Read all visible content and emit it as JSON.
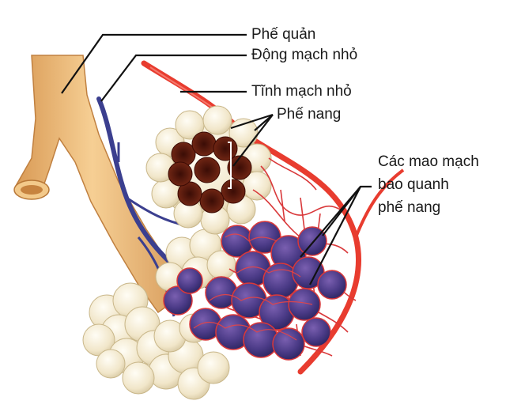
{
  "labels": {
    "bronchus": "Phế quản",
    "arteriole": "Động mạch nhỏ",
    "venule": "Tĩnh mạch nhỏ",
    "alveolus": "Phế nang",
    "capillaries_line1": "Các mao mạch",
    "capillaries_line2": "bao quanh",
    "capillaries_line3": "phế nang"
  },
  "colors": {
    "bronchus": "#f0c17e",
    "artery": "#e83c2f",
    "vein": "#3b3f8f",
    "alveolus_inner": "#6b1f12",
    "alveolus_cluster": "#f3ead2",
    "capillary_net": "#d9383a",
    "leader": "#111111"
  }
}
